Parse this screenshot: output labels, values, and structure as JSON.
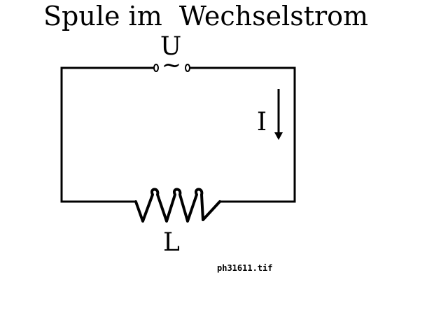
{
  "title": "Spule im  Wechselstrom",
  "labels": {
    "voltage": "U",
    "source_symbol": "~",
    "current": "I",
    "inductor": "L"
  },
  "filename": "ph31611.tif",
  "colors": {
    "stroke": "#000000",
    "background": "#ffffff"
  },
  "icons": {
    "source": "ac-source-icon",
    "current_arrow": "arrow-down-icon",
    "inductor": "coil-icon"
  }
}
